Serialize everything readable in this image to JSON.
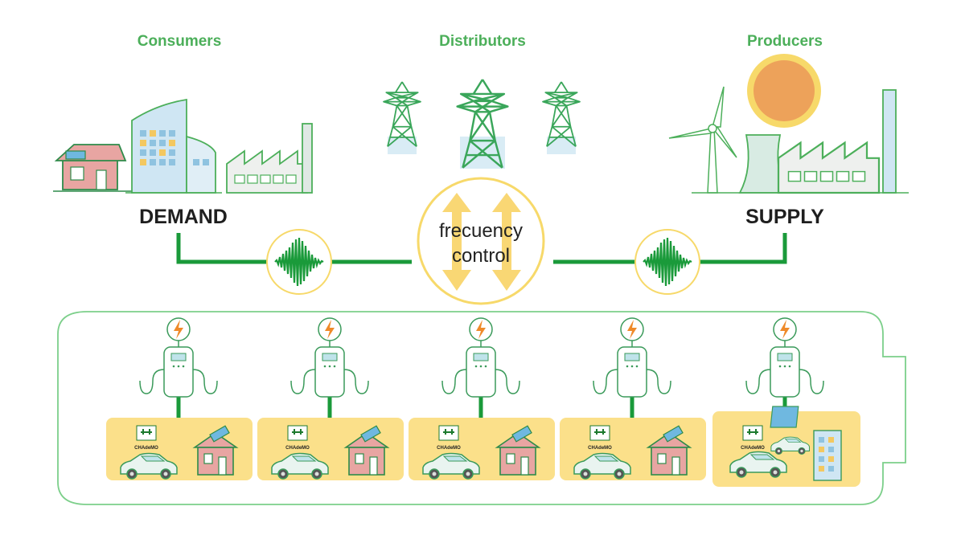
{
  "headers": {
    "consumers": "Consumers",
    "distributors": "Distributors",
    "producers": "Producers"
  },
  "labels": {
    "demand": "DEMAND",
    "supply": "SUPPLY",
    "control_line1": "frecuency",
    "control_line2": "control"
  },
  "chargers": [
    {
      "badge_text": "CHAdeMO"
    },
    {
      "badge_text": "CHAdeMO"
    },
    {
      "badge_text": "CHAdeMO"
    },
    {
      "badge_text": "CHAdeMO"
    },
    {
      "badge_text": "CHAdeMO"
    }
  ],
  "colors": {
    "header_green": "#4caf5a",
    "line_green": "#1a9a3a",
    "outline_green": "#7ccf8a",
    "panel_yellow": "#fbe08a",
    "circle_yellow": "#f7d96a",
    "arrow_yellow": "#f9d774",
    "house_pink": "#e8a5a2",
    "building_blue": "#cfe6f3",
    "sun_orange": "#eda25a"
  },
  "icons": {
    "sun": "sun-icon",
    "wind_turbine": "wind-turbine-icon",
    "pylon": "power-pylon-icon",
    "factory": "factory-icon",
    "house": "house-icon",
    "office": "office-building-icon",
    "wave": "signal-wave-icon",
    "lightning": "lightning-icon",
    "car": "electric-car-icon",
    "charger": "ev-charger-icon"
  }
}
